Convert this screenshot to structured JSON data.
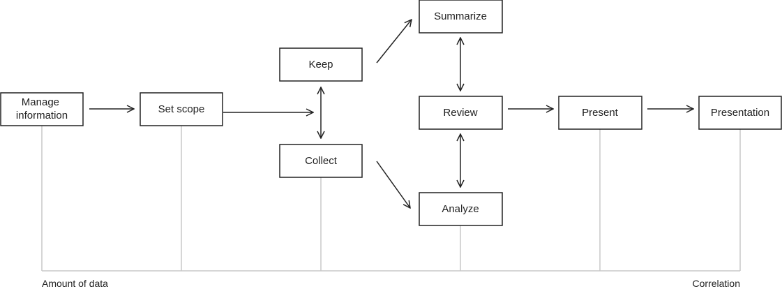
{
  "diagram": {
    "nodes": {
      "manage_line1": "Manage",
      "manage_line2": "information",
      "set_scope": "Set scope",
      "keep": "Keep",
      "collect": "Collect",
      "summarize": "Summarize",
      "review": "Review",
      "analyze": "Analyze",
      "present": "Present",
      "presentation": "Presentation"
    },
    "axis": {
      "left_label": "Amount of data",
      "right_label": "Correlation"
    },
    "colors": {
      "box_stroke": "#222222",
      "axis_line": "#c8c8c8",
      "text": "#222222"
    }
  }
}
